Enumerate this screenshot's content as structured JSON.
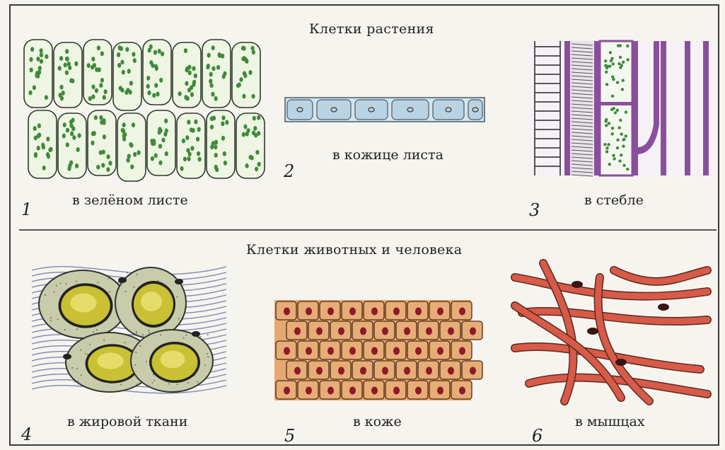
{
  "sections": {
    "plants": "Клетки растения",
    "animals": "Клетки животных и человека"
  },
  "panels": [
    {
      "number": "1",
      "caption": "в зелёном листе"
    },
    {
      "number": "2",
      "caption": "в кожице листа"
    },
    {
      "number": "3",
      "caption": "в стебле"
    },
    {
      "number": "4",
      "caption": "в жировой ткани"
    },
    {
      "number": "5",
      "caption": "в коже"
    },
    {
      "number": "6",
      "caption": "в мышцах"
    }
  ],
  "colors": {
    "leaf_cell_fill": "#eef5e2",
    "chloroplast": "#3f8a3a",
    "epidermis": "#b9d3e4",
    "stem_purple": "#8a4f9c",
    "fat_yolk": "#c9c034",
    "skin_tan": "#e3a46b",
    "skin_nucleus": "#8b1a2a",
    "muscle_red": "#d85a48"
  }
}
